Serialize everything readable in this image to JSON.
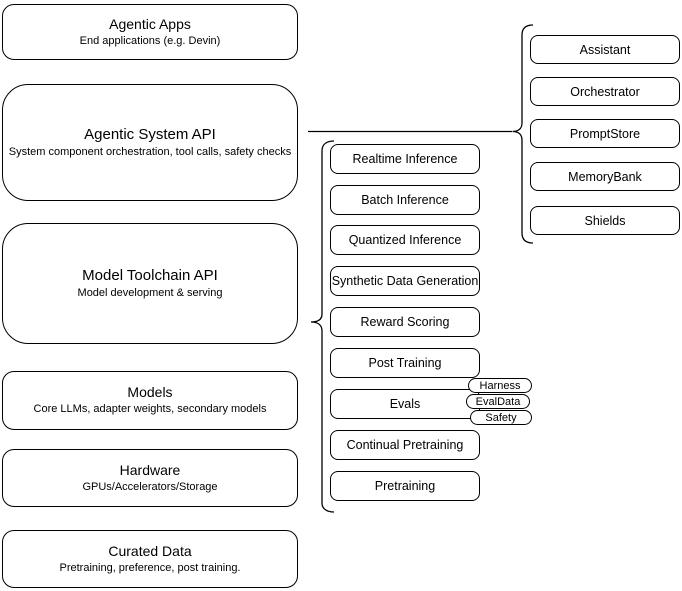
{
  "diagram": {
    "title": "Agentic system stack diagram",
    "colors": {
      "stroke": "#000000",
      "fill": "#ffffff",
      "background": "#ffffff"
    },
    "stack": [
      {
        "title": "Agentic Apps",
        "subtitle": "End applications (e.g. Devin)"
      },
      {
        "title": "Agentic System API",
        "subtitle": "System component orchestration, tool calls, safety checks"
      },
      {
        "title": "Model Toolchain API",
        "subtitle": "Model development & serving"
      },
      {
        "title": "Models",
        "subtitle": "Core LLMs, adapter weights, secondary models"
      },
      {
        "title": "Hardware",
        "subtitle": "GPUs/Accelerators/Storage"
      },
      {
        "title": "Curated Data",
        "subtitle": "Pretraining, preference, post training."
      }
    ],
    "toolchain_items": [
      "Realtime Inference",
      "Batch Inference",
      "Quantized Inference",
      "Synthetic Data Generation",
      "Reward Scoring",
      "Post Training",
      "Evals",
      "Continual Pretraining",
      "Pretraining"
    ],
    "eval_tags": [
      "Harness",
      "EvalData",
      "Safety"
    ],
    "system_components": [
      "Assistant",
      "Orchestrator",
      "PromptStore",
      "MemoryBank",
      "Shields"
    ]
  }
}
